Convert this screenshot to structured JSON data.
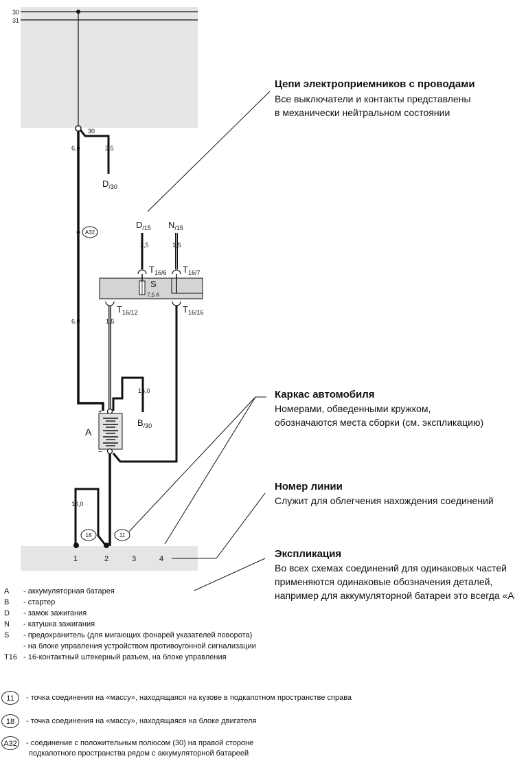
{
  "diagram": {
    "bus_labels": [
      "30",
      "31"
    ],
    "branch_label_30": "30",
    "wire_sizes": {
      "main": "6,0",
      "d30": "2,5",
      "main_lower": "6,0",
      "d15": "1,5",
      "n15": "1,5",
      "t1612": "1,5",
      "b30": "16,0",
      "ground": "16,0"
    },
    "components": {
      "d30": {
        "letter": "D",
        "sub": "/30"
      },
      "d15": {
        "letter": "D",
        "sub": "/15"
      },
      "n15": {
        "letter": "N",
        "sub": "/15"
      },
      "b30": {
        "letter": "B",
        "sub": "/30"
      },
      "battery": "A",
      "fuse": "S",
      "fuse_rating": "7,5 A",
      "battery_plus": "+",
      "battery_minus": "−"
    },
    "connectors": {
      "t166": {
        "letter": "T",
        "sub": "16/6"
      },
      "t167": {
        "letter": "T",
        "sub": "16/7"
      },
      "t1612": {
        "letter": "T",
        "sub": "16/12"
      },
      "t1616": {
        "letter": "T",
        "sub": "16/16"
      }
    },
    "circles": {
      "a32": "A32",
      "g18": "18",
      "g11": "11"
    },
    "line_numbers": [
      "1",
      "2",
      "3",
      "4"
    ]
  },
  "annotations": [
    {
      "title": "Цепи электроприемников с проводами",
      "lines": [
        "Все выключатели и контакты представлены",
        "в механически нейтральном состоянии"
      ]
    },
    {
      "title": "Каркас автомобиля",
      "lines": [
        "Номерами, обведенными кружком,",
        "обозначаются места сборки (см. экспликацию)"
      ]
    },
    {
      "title": "Номер линии",
      "lines": [
        "Служит для облегчения нахождения соединений"
      ]
    },
    {
      "title": "Экспликация",
      "lines": [
        "Во всех схемах соединений для одинаковых частей",
        "применяются одинаковые обозначения деталей,",
        "например для аккумуляторной батареи это всегда «А»"
      ]
    }
  ],
  "legend": [
    {
      "key": "A",
      "text": "- аккумуляторная батарея"
    },
    {
      "key": "B",
      "text": "- стартер"
    },
    {
      "key": "D",
      "text": "- замок зажигания"
    },
    {
      "key": "N",
      "text": "- катушка зажигания"
    },
    {
      "key": "S",
      "text": "- предохранитель (для мигающих фонарей указателей поворота)"
    },
    {
      "key": "",
      "text": "- на блоке управления устройством противоугонной сигнализации"
    },
    {
      "key": "T16",
      "text": "- 16-контактный штекерный разъем, на блоке управления"
    }
  ],
  "ground_points": [
    {
      "id": "11",
      "lines": [
        "- точка соединения на «массу», находящаяся на кузове в подкапотном пространстве справа"
      ]
    },
    {
      "id": "18",
      "lines": [
        "- точка соединения на «массу», находящаяся на блоке двигателя"
      ]
    },
    {
      "id": "A32",
      "lines": [
        "- соединение с положительным полюсом (30) на правой стороне",
        "подкапотного пространства рядом с аккумуляторной батареей"
      ]
    }
  ]
}
